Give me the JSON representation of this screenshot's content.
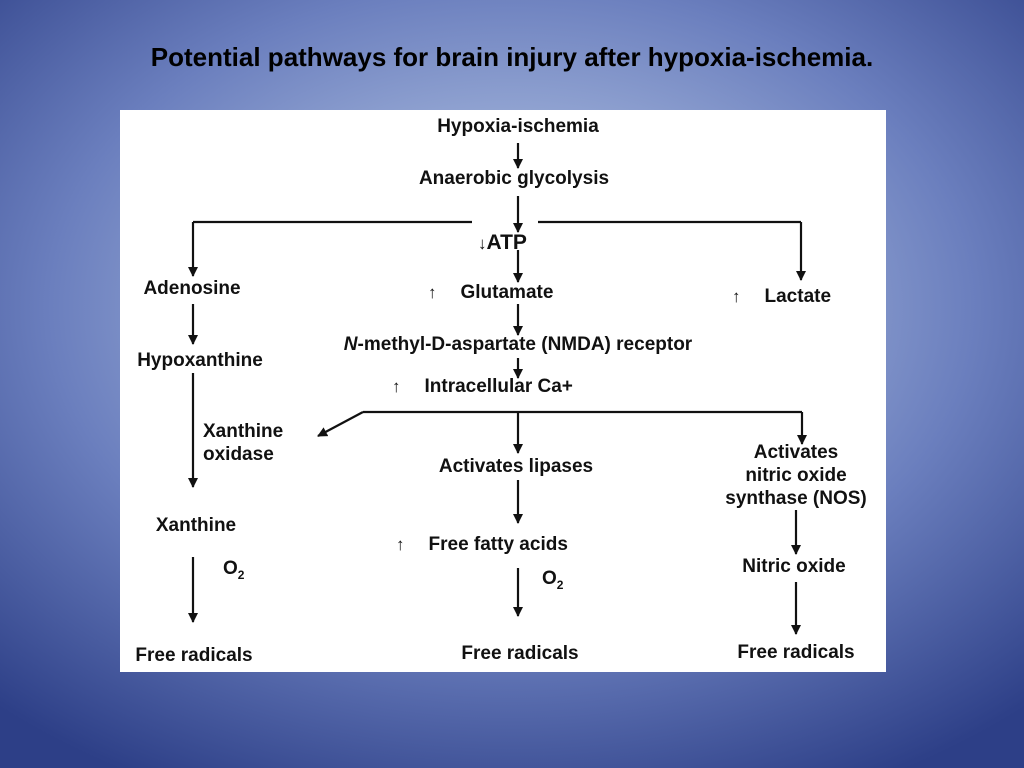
{
  "title": "Potential pathways for brain injury after hypoxia-ischemia.",
  "diagram": {
    "hypoxia": "Hypoxia-ischemia",
    "glycolysis": "Anaerobic glycolysis",
    "atp_arrow": "↓",
    "atp": "ATP",
    "adenosine": "Adenosine",
    "hypoxanthine": "Hypoxanthine",
    "xanthine_oxidase_1": "Xanthine",
    "xanthine_oxidase_2": "oxidase",
    "xanthine": "Xanthine",
    "o2_left": "O",
    "o2_left_sub": "2",
    "free_radicals_left": "Free radicals",
    "up_arrow": "↑",
    "glutamate": "Glutamate",
    "nmda_italic": "N",
    "nmda_rest": "-methyl-D-aspartate (NMDA) receptor",
    "calcium": "Intracellular Ca+",
    "lipases": "Activates lipases",
    "fatty_acids": "Free fatty acids",
    "o2_mid": "O",
    "o2_mid_sub": "2",
    "free_radicals_mid": "Free radicals",
    "lactate": "Lactate",
    "nos_1": "Activates",
    "nos_2": "nitric oxide",
    "nos_3": "synthase (NOS)",
    "nitric_oxide": "Nitric oxide",
    "free_radicals_right": "Free radicals"
  }
}
